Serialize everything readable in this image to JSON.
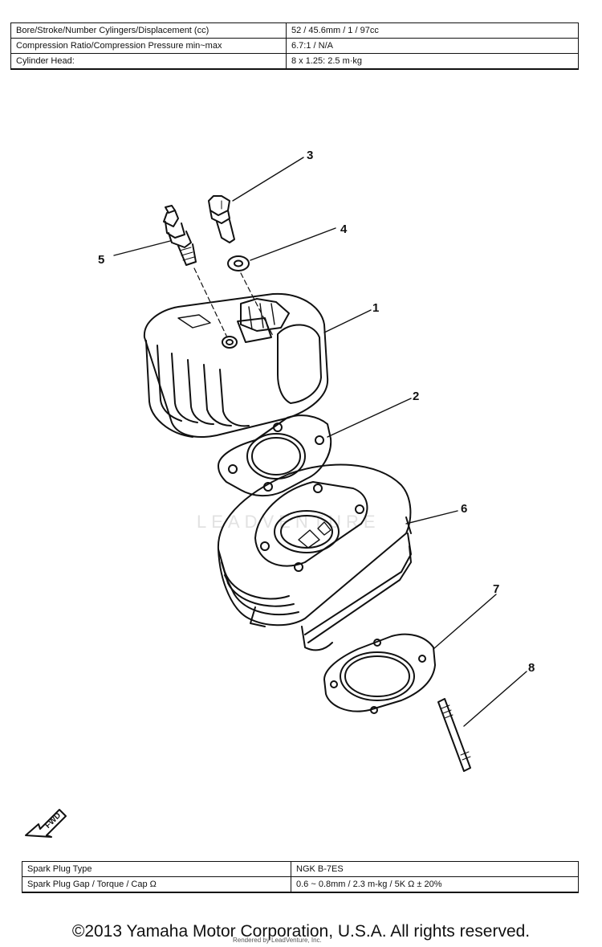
{
  "specs_top": [
    {
      "label": "Bore/Stroke/Number Cylingers/Displacement (cc)",
      "value": "52 / 45.6mm / 1 / 97cc"
    },
    {
      "label": "Compression Ratio/Compression Pressure min~max",
      "value": "6.7:1 / N/A"
    },
    {
      "label": "Cylinder Head:",
      "value": "8 x 1.25: 2.5 m·kg"
    }
  ],
  "specs_bottom": [
    {
      "label": "Spark Plug Type",
      "value": "NGK B-7ES"
    },
    {
      "label": "Spark Plug Gap / Torque / Cap Ω",
      "value": "0.6 ~ 0.8mm / 2.3 m-kg / 5K Ω ± 20%"
    }
  ],
  "callouts": {
    "c1": "1",
    "c2": "2",
    "c3": "3",
    "c4": "4",
    "c5": "5",
    "c6": "6",
    "c7": "7",
    "c8": "8"
  },
  "fwd_label": "FWD",
  "watermark": "LEADVENTURE",
  "copyright": "©2013 Yamaha Motor Corporation, U.S.A. All rights reserved.",
  "credit": "Rendered by LeadVenture, Inc."
}
